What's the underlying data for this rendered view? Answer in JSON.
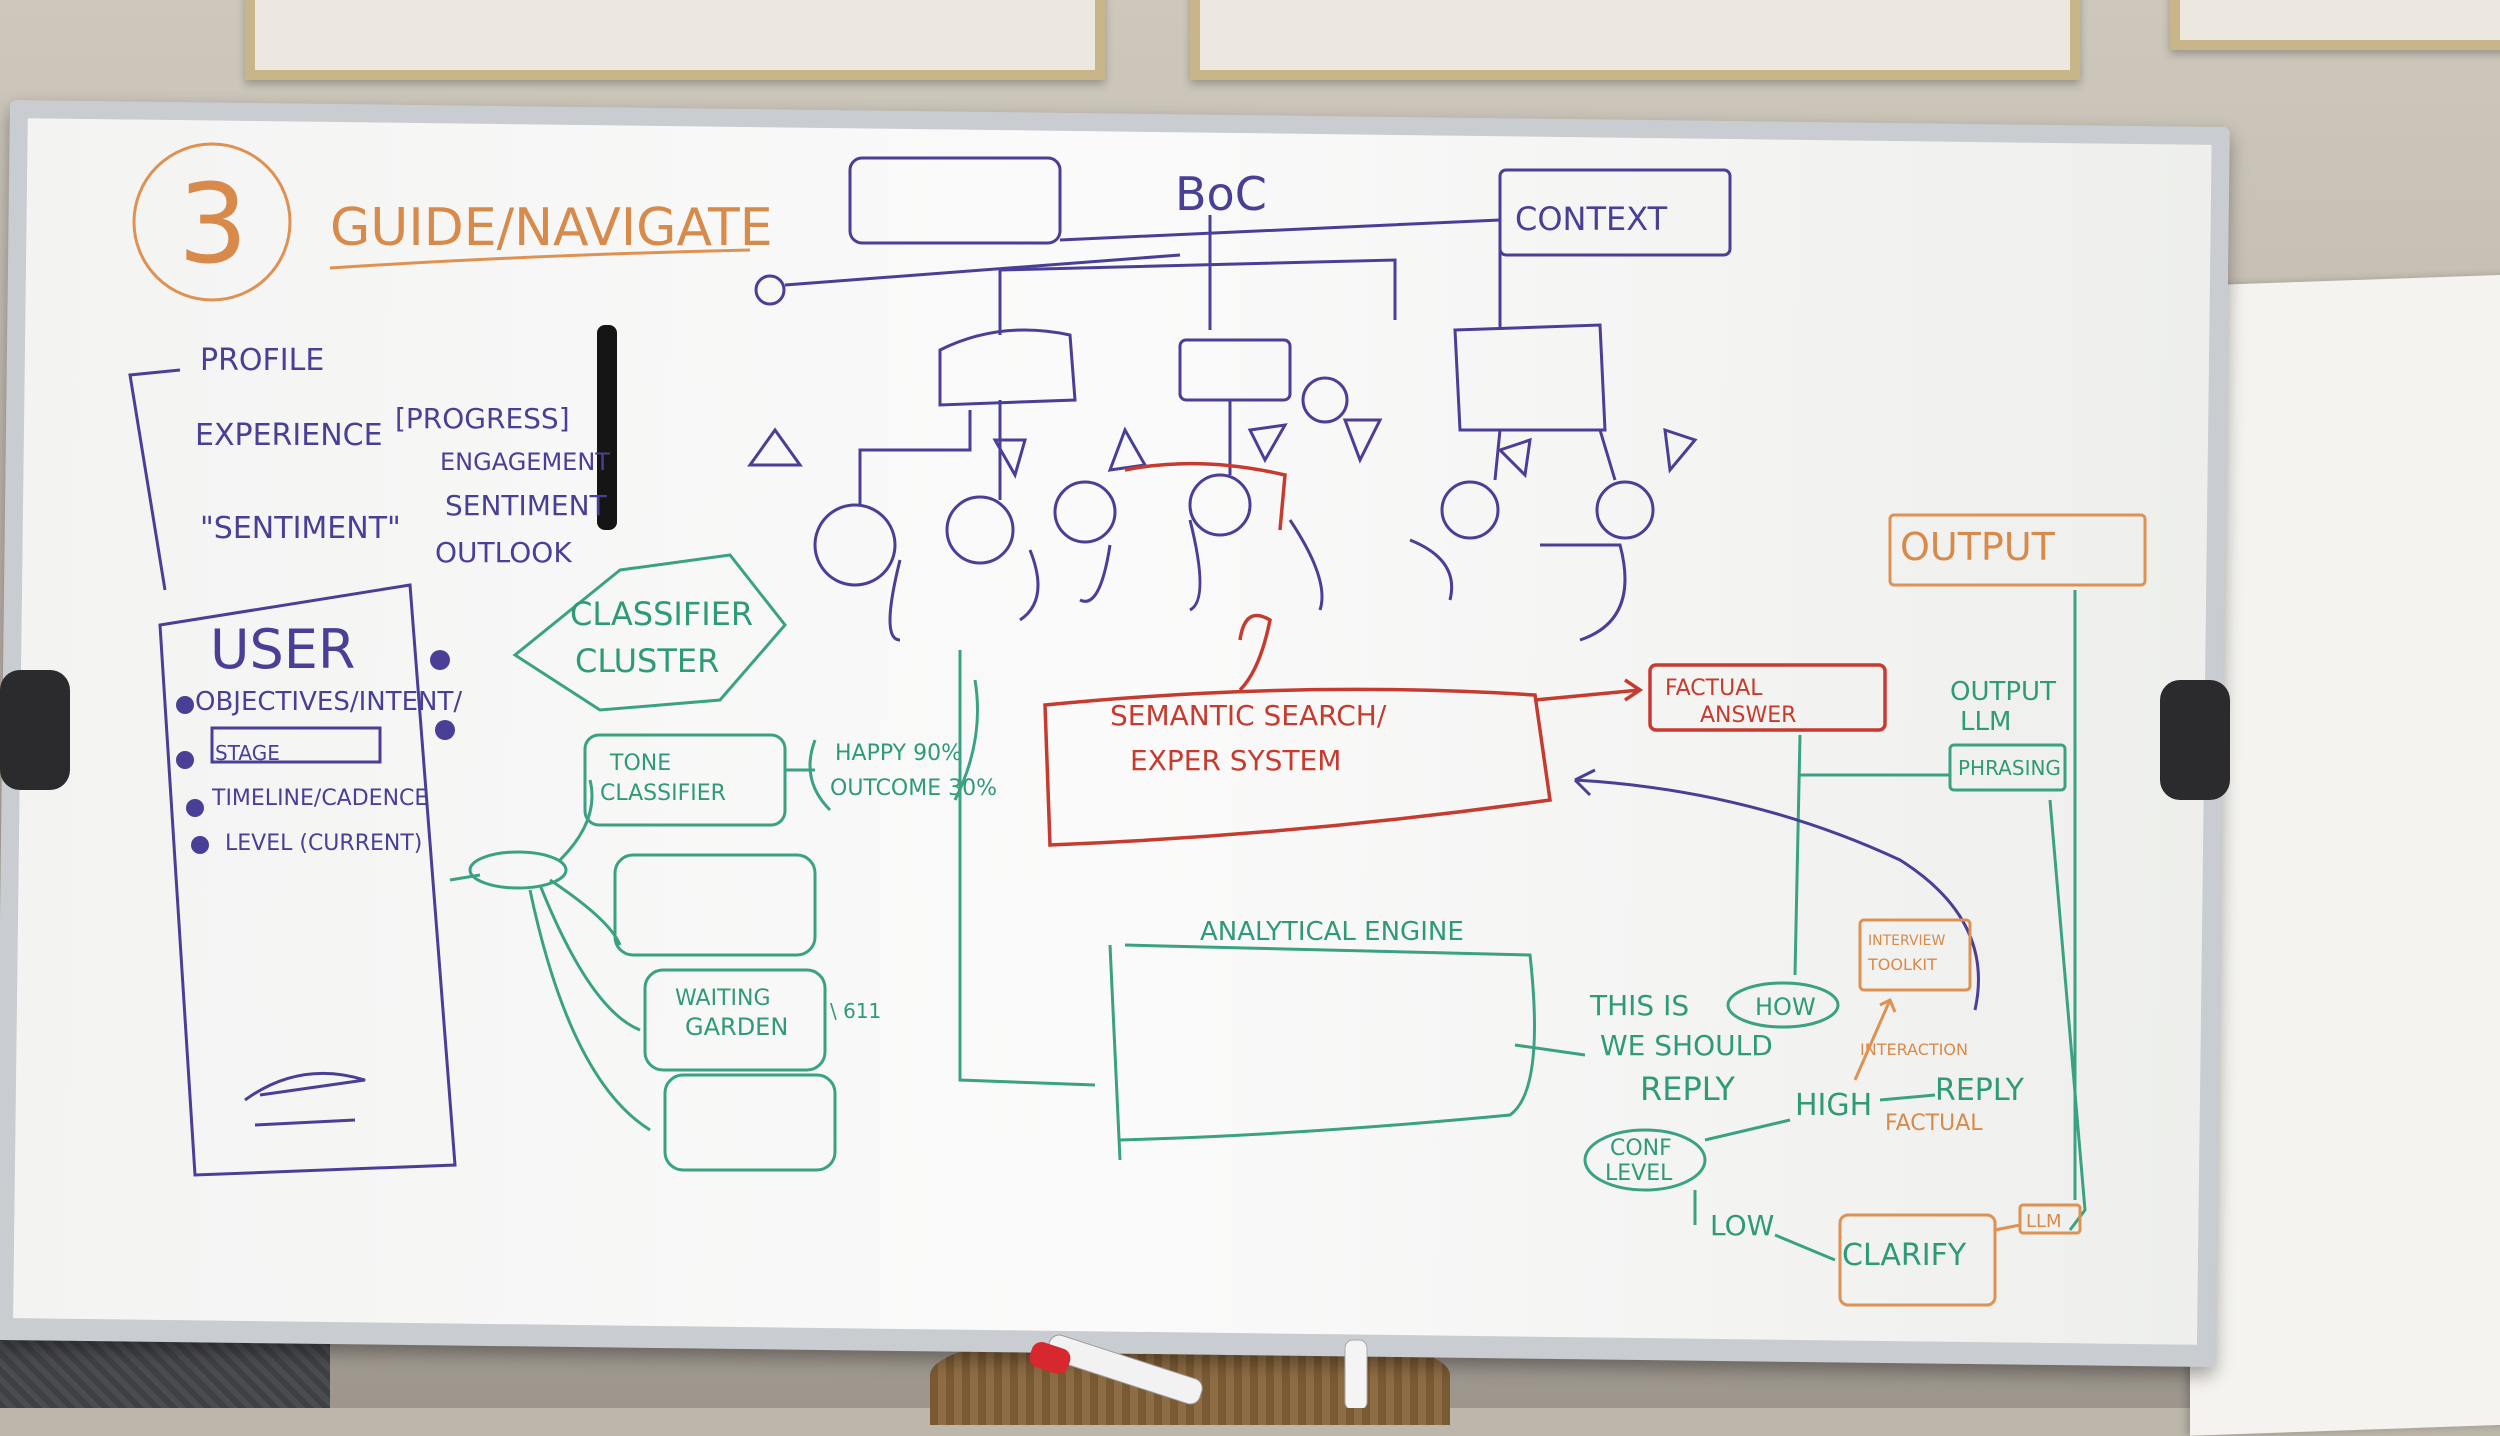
{
  "board": {
    "section_number": "3",
    "section_title": "GUIDE/NAVIGATE",
    "top_left_list": [
      "PROFILE",
      "EXPERIENCE",
      "[PROGRESS]",
      "\"SENTIMENT\"",
      "ENGAGEMENT",
      "SENTIMENT",
      "OUTLOOK"
    ],
    "user_panel": {
      "title": "USER",
      "items": [
        "OBJECTIVES/INTENT/",
        "STAGE",
        "TIMELINE/CADENCE",
        "LEVEL (CURRENT)"
      ]
    },
    "classifier": {
      "label_1": "CLASSIFIER",
      "label_2": "CLUSTER",
      "tone_1": "TONE",
      "tone_2": "CLASSIFIER",
      "tone_result_1": "HAPPY 90%",
      "tone_result_2": "OUTCOME 30%",
      "waiting_1": "WAITING",
      "waiting_2": "GARDEN",
      "waiting_tail": "\\ 611"
    },
    "tree": {
      "root_label": "BoC",
      "context_label": "CONTEXT"
    },
    "semantic": {
      "line_1": "SEMANTIC SEARCH/",
      "line_2": "EXPER SYSTEM"
    },
    "factual": {
      "line_1": "FACTUAL",
      "line_2": "ANSWER"
    },
    "output": {
      "box_label": "OUTPUT",
      "llm_1": "OUTPUT",
      "llm_2": "LLM",
      "phrasing": "PHRASING"
    },
    "analytical": {
      "title": "ANALYTICAL ENGINE",
      "note_1": "THIS IS",
      "note_how": "HOW",
      "note_2": "WE SHOULD",
      "note_3": "REPLY"
    },
    "confidence": {
      "conf_1": "CONF",
      "conf_2": "LEVEL",
      "high": "HIGH",
      "reply": "REPLY",
      "factual": "FACTUAL",
      "low": "LOW",
      "clarify": "CLARIFY",
      "llm": "LLM"
    },
    "interview": {
      "line_1": "INTERVIEW",
      "line_2": "TOOLKIT",
      "interaction": "INTERACTION"
    }
  },
  "colors": {
    "purple_marker": "#4a3f96",
    "green_marker": "#2f9a78",
    "red_marker": "#c73a2e",
    "orange_marker": "#d88a4a"
  }
}
